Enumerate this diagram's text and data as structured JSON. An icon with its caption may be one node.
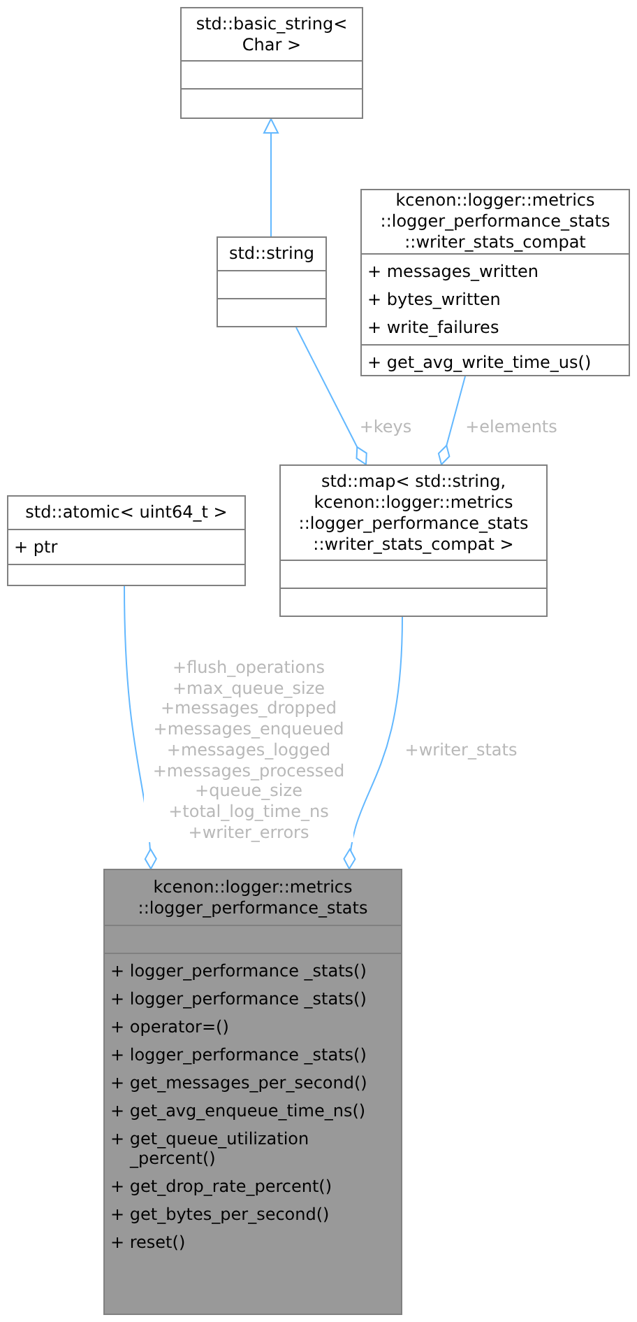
{
  "diagram": {
    "nodes": [
      {
        "text": [
          "std::basic_string< Char >"
        ]
      },
      {
        "text": [
          "std::string"
        ]
      },
      {
        "text": [
          "kcenon::logger::metrics ::logger_performance_stats ::writer_stats_compat",
          "+ messages_written",
          "+ bytes_written",
          "+ write_failures",
          "+ get_avg_write_time_us()"
        ]
      },
      {
        "text": [
          "std::atomic< uint64_t >",
          "+ ptr"
        ]
      },
      {
        "text": [
          "std::map< std::string, kcenon::logger::metrics ::logger_performance_stats ::writer_stats_compat >"
        ]
      },
      {
        "text": [
          "kcenon::logger::metrics ::logger_performance_stats",
          "+ logger_performance _stats()",
          "+ logger_performance _stats()",
          "+ operator=()",
          "+ logger_performance _stats()",
          "+ get_messages_per_second()",
          "+ get_avg_enqueue_time_ns()",
          "+ get_queue_utilization _percent()",
          "+ get_drop_rate_percent()",
          "+ get_bytes_per_second()",
          "+ reset()"
        ]
      }
    ],
    "edges": [
      {
        "from": 1,
        "to": 0,
        "arrow": "to"
      },
      {
        "from": 1,
        "to": 4,
        "arrow": "other",
        "label": "+keys"
      },
      {
        "from": 2,
        "to": 4,
        "arrow": "other",
        "label": "+elements"
      },
      {
        "from": 3,
        "to": 5,
        "arrow": "other",
        "label": "+flush_operations +max_queue_size +messages_dropped +messages_enqueued +messages_logged +messages_processed +queue_size +total_log_time_ns +writer_errors"
      },
      {
        "from": 4,
        "to": 5,
        "arrow": "other",
        "label": "+writer_stats"
      }
    ]
  }
}
